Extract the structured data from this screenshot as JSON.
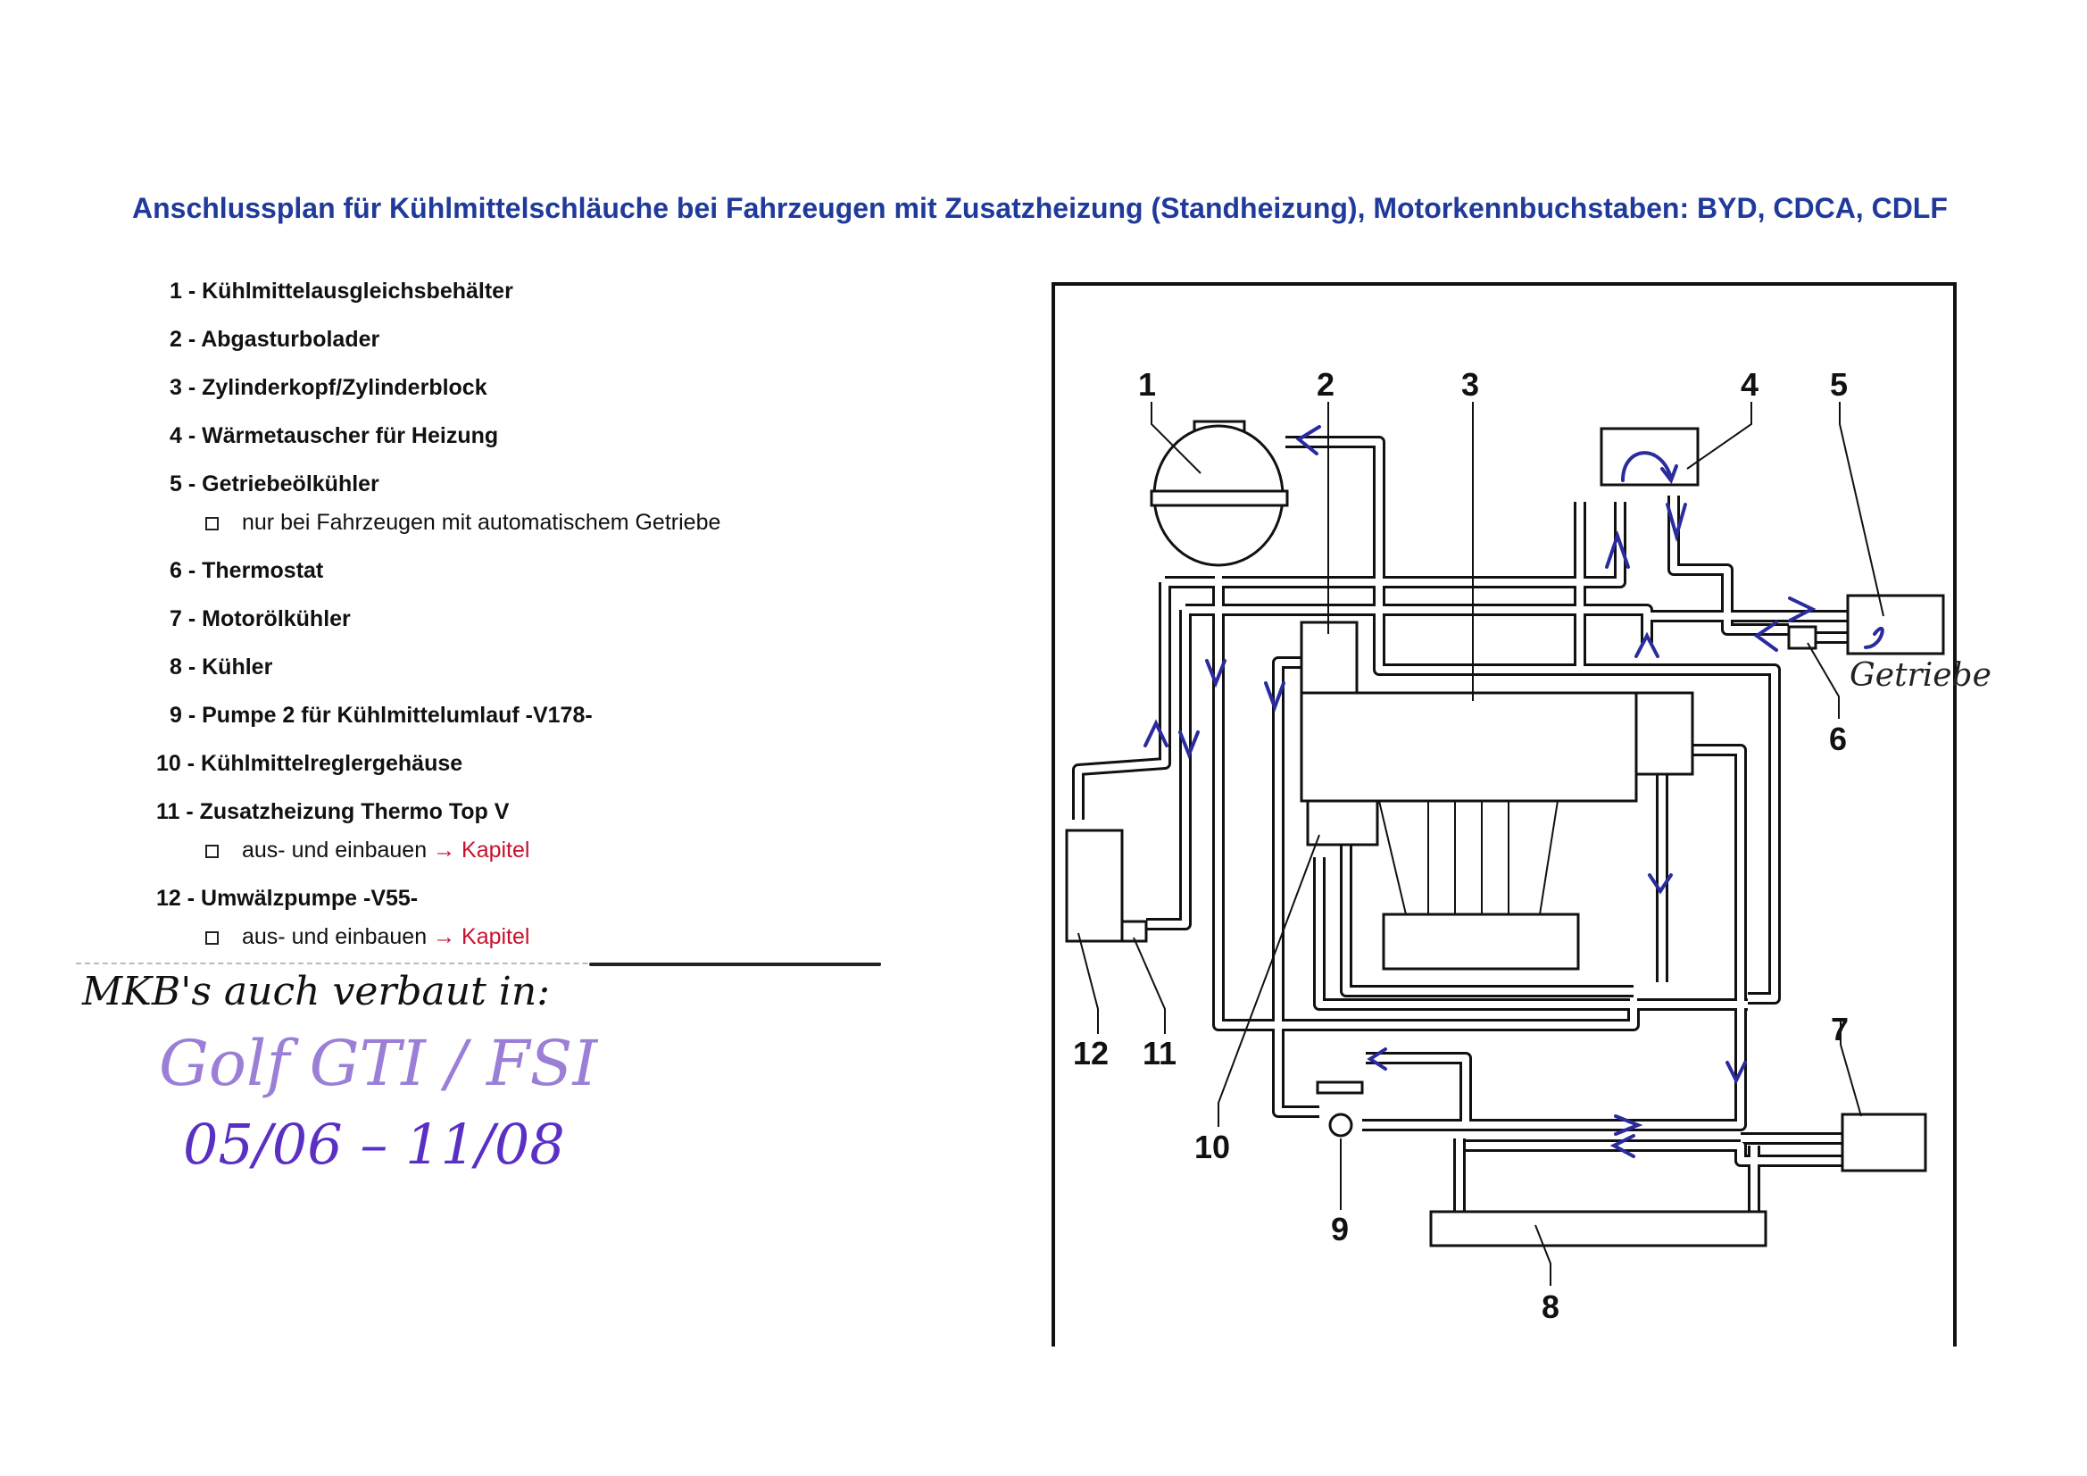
{
  "title": "Anschlussplan für Kühlmittelschläuche bei Fahrzeugen mit Zusatzheizung (Standheizung), Motorkennbuchstaben: BYD, CDCA, CDLF",
  "legend": [
    {
      "label": "1 - Kühlmittelausgleichsbehälter"
    },
    {
      "label": "2 - Abgasturbolader"
    },
    {
      "label": "3 - Zylinderkopf/Zylinderblock"
    },
    {
      "label": "4 - Wärmetauscher für Heizung"
    },
    {
      "label": "5 - Getriebeölkühler",
      "note": "nur bei Fahrzeugen mit automatischem Getriebe"
    },
    {
      "label": "6 - Thermostat"
    },
    {
      "label": "7 - Motorölkühler"
    },
    {
      "label": "8 - Kühler"
    },
    {
      "label": "9 - Pumpe 2 für Kühlmittelumlauf -V178-"
    },
    {
      "label": "10 - Kühlmittelreglergehäuse"
    },
    {
      "label": "11 - Zusatzheizung Thermo Top V",
      "note": "aus- und einbauen",
      "link": "→ Kapitel"
    },
    {
      "label": "12 - Umwälzpumpe -V55-",
      "note": "aus- und einbauen",
      "link": "→ Kapitel"
    }
  ],
  "diagram": {
    "labels": [
      "1",
      "2",
      "3",
      "4",
      "5",
      "6",
      "7",
      "8",
      "9",
      "10",
      "11",
      "12"
    ],
    "annotation_getriebe": "Getriebe",
    "arrow_color": "#2b2b9e"
  },
  "handwriting": {
    "line1": "MKB's auch verbaut in:",
    "line2": "Golf GTI / FSI",
    "line3": "05/06 – 11/08"
  }
}
